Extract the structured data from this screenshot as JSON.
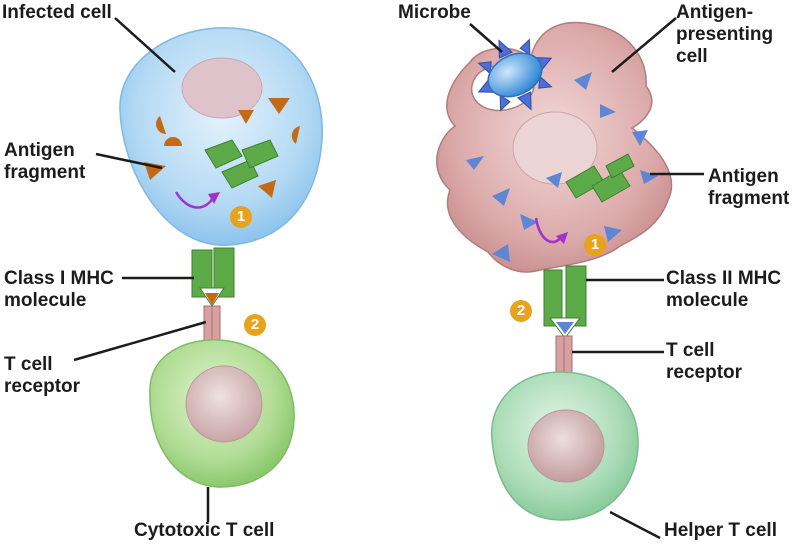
{
  "left_panel": {
    "infected_cell": "Infected cell",
    "antigen_fragment": [
      "Antigen",
      "fragment"
    ],
    "class_i_mhc": [
      "Class I MHC",
      "molecule"
    ],
    "t_cell_receptor": [
      "T cell",
      "receptor"
    ],
    "cytotoxic_t_cell": "Cytotoxic T cell",
    "step_1": "1",
    "step_2": "2"
  },
  "right_panel": {
    "microbe": "Microbe",
    "antigen_presenting_cell": [
      "Antigen-",
      "presenting",
      "cell"
    ],
    "antigen_fragment": [
      "Antigen",
      "fragment"
    ],
    "class_ii_mhc": [
      "Class II MHC",
      "molecule"
    ],
    "t_cell_receptor": [
      "T cell",
      "receptor"
    ],
    "helper_t_cell": "Helper T cell",
    "step_1": "1",
    "step_2": "2"
  },
  "colors": {
    "infected_cell": "#a9d4f2",
    "antigen_presenting_cell": "#d9a3a3",
    "t_cell": "#a8d88a",
    "helper_t_cell": "#a6dbb3",
    "mhc": "#5cab48",
    "receptor": "#d8a0a0",
    "badge": "#e9a21c",
    "arrow": "#a033c9",
    "antigen_left": "#c46a16",
    "antigen_right": "#5f86d4",
    "microbe": "#4aa0e6"
  }
}
